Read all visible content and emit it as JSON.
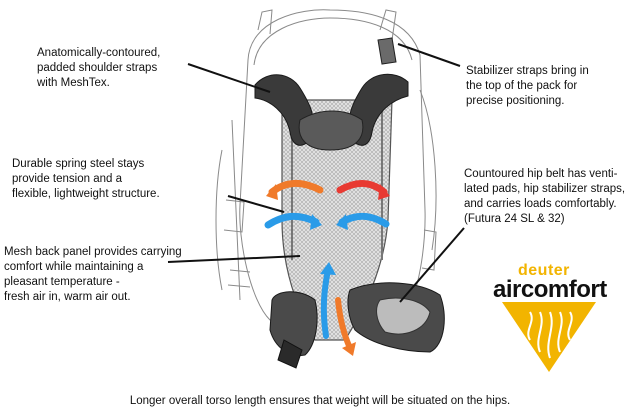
{
  "labels": {
    "shoulder_straps": "Anatomically-contoured,\npadded shoulder straps\nwith MeshTex.",
    "stabilizer": "Stabilizer straps bring in\nthe top of the pack for\nprecise positioning.",
    "spring_steel": "Durable spring steel stays\nprovide tension and a\nflexible, lightweight structure.",
    "hip_belt": "Countoured hip belt has venti-\nlated pads, hip stabilizer straps,\nand carries loads comfortably.\n(Futura 24 SL & 32)",
    "mesh_panel": "Mesh back panel provides carrying\ncomfort while maintaining a\npleasant temperature -\nfresh air in, warm air out.",
    "footer": "Longer overall torso length ensures that weight will be situated on the hips."
  },
  "logo": {
    "small": "deuter",
    "big": "aircomfort"
  },
  "colors": {
    "warm_air": "#f07a2a",
    "hot_air": "#e83a32",
    "cool_air": "#2a9be8",
    "brand_yellow": "#f2b400",
    "strap_dark": "#3a3a3a",
    "mesh": "#cfcfcf"
  },
  "icons": [
    "backpack-illustration",
    "airflow-arrow",
    "aircomfort-wave-emblem"
  ]
}
